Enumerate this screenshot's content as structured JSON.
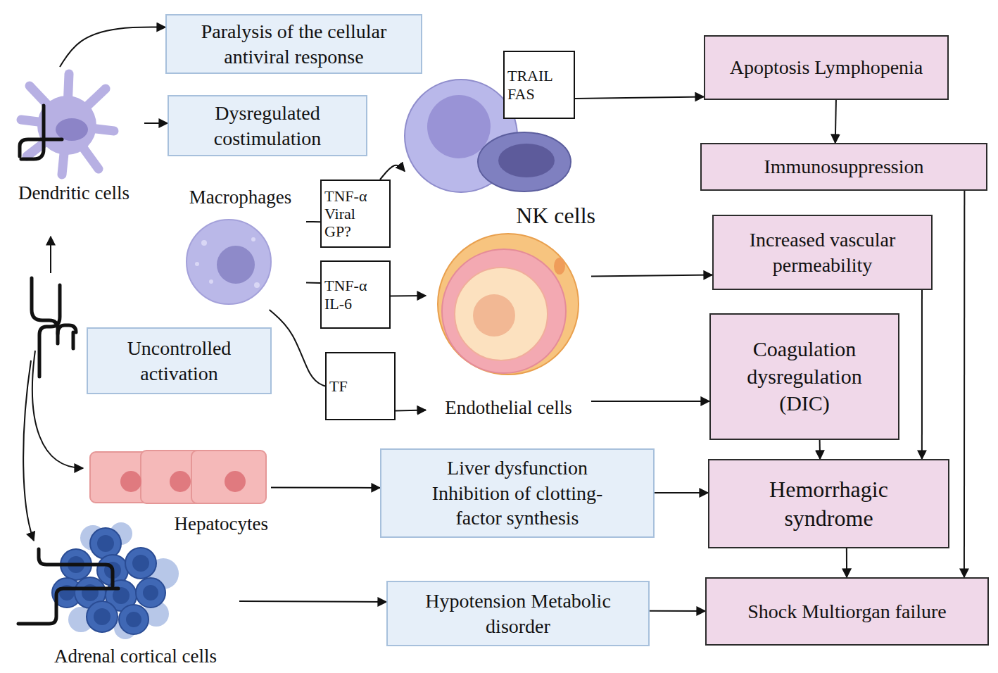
{
  "diagram": {
    "nodes": [
      {
        "text": [
          "Dendritic cells"
        ]
      },
      {
        "text": [
          "Paralysis of the cellular antiviral response"
        ]
      },
      {
        "text": [
          "Dysregulated costimulation"
        ]
      },
      {
        "text": [
          "Macrophages"
        ]
      },
      {
        "text": [
          "TNF-α Viral GP?"
        ]
      },
      {
        "text": [
          "NK cells"
        ]
      },
      {
        "text": [
          "TRAIL FAS"
        ]
      },
      {
        "text": [
          "Apoptosis Lymphopenia"
        ]
      },
      {
        "text": [
          "Immunosuppression"
        ]
      },
      {
        "text": [
          "TNF-α IL-6"
        ]
      },
      {
        "text": [
          "Endothelial cells"
        ]
      },
      {
        "text": [
          "Increased vascular permeability"
        ]
      },
      {
        "text": [
          "Uncontrolled activation"
        ]
      },
      {
        "text": [
          "TF"
        ]
      },
      {
        "text": [
          "Coagulation dysregulation (DIC)"
        ]
      },
      {
        "text": [
          "Hepatocytes"
        ]
      },
      {
        "text": [
          "Liver dysfunction Inhibition of clotting-factor synthesis"
        ]
      },
      {
        "text": [
          "Hemorrhagic syndrome"
        ]
      },
      {
        "text": [
          "Adrenal cortical cells"
        ]
      },
      {
        "text": [
          "Hypotension Metabolic disorder"
        ]
      },
      {
        "text": [
          "Shock Multiorgan failure"
        ]
      }
    ],
    "edges": [
      {
        "from": 0,
        "to": 1,
        "arrow": "to"
      },
      {
        "from": 0,
        "to": 2,
        "arrow": "to"
      },
      {
        "from": 3,
        "to": 4,
        "arrow": "none"
      },
      {
        "from": 4,
        "to": 5,
        "arrow": "to"
      },
      {
        "from": 6,
        "to": 7,
        "arrow": "to"
      },
      {
        "from": 7,
        "to": 8,
        "arrow": "to"
      },
      {
        "from": 8,
        "to": 20,
        "arrow": "to"
      },
      {
        "from": 3,
        "to": 9,
        "arrow": "none"
      },
      {
        "from": 9,
        "to": 10,
        "arrow": "to"
      },
      {
        "from": 10,
        "to": 11,
        "arrow": "to"
      },
      {
        "from": 3,
        "to": 13,
        "arrow": "none"
      },
      {
        "from": 13,
        "to": 10,
        "arrow": "to"
      },
      {
        "from": 10,
        "to": 14,
        "arrow": "to"
      },
      {
        "from": 11,
        "to": 17,
        "arrow": "to"
      },
      {
        "from": 14,
        "to": 17,
        "arrow": "to"
      },
      {
        "from": 15,
        "to": 16,
        "arrow": "to"
      },
      {
        "from": 16,
        "to": 17,
        "arrow": "to"
      },
      {
        "from": 17,
        "to": 20,
        "arrow": "to"
      },
      {
        "from": 18,
        "to": 19,
        "arrow": "to"
      },
      {
        "from": 19,
        "to": 20,
        "arrow": "to"
      }
    ]
  }
}
